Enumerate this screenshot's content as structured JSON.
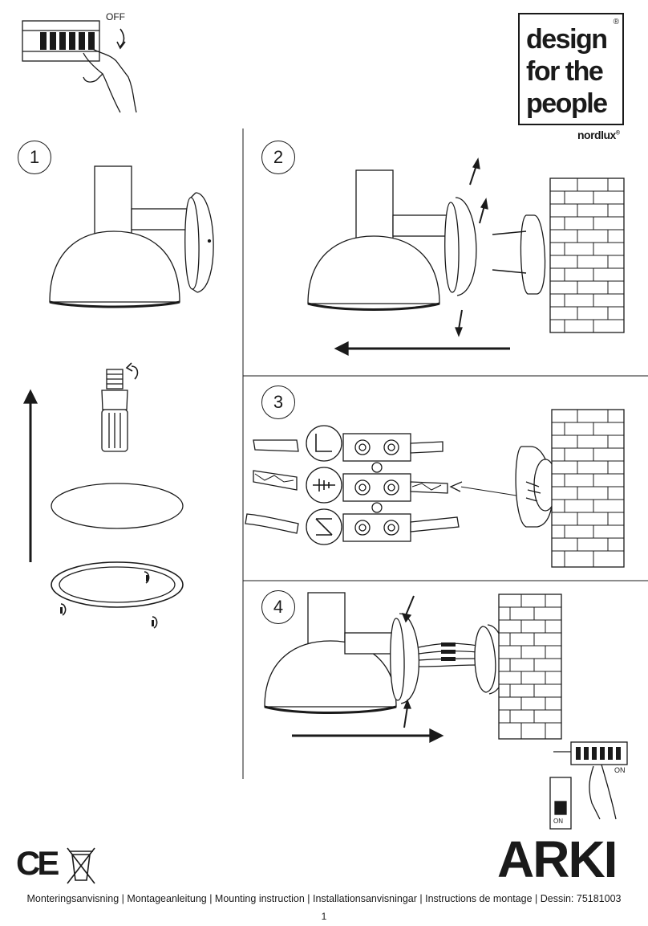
{
  "header": {
    "off_label": "OFF",
    "logo_lines": [
      "design",
      "for the",
      "people"
    ],
    "logo_reg": "®",
    "brand": "nordlux",
    "brand_mark": "®"
  },
  "steps": [
    "1",
    "2",
    "3",
    "4"
  ],
  "connector_symbols": {
    "live": "L",
    "neutral": "N"
  },
  "finish": {
    "on_label": "ON",
    "breaker_label": "ON"
  },
  "product_name": "ARKI",
  "certification": {
    "ce": "CE"
  },
  "footer_text": "Monteringsanvisning | Montageanleitung | Mounting instruction | Installationsanvisningar | Instructions de montage | Dessin: 75181003",
  "page_number": "1",
  "colors": {
    "ink": "#1a1a1a",
    "paper": "#ffffff",
    "shade": "#e8e8e8"
  }
}
